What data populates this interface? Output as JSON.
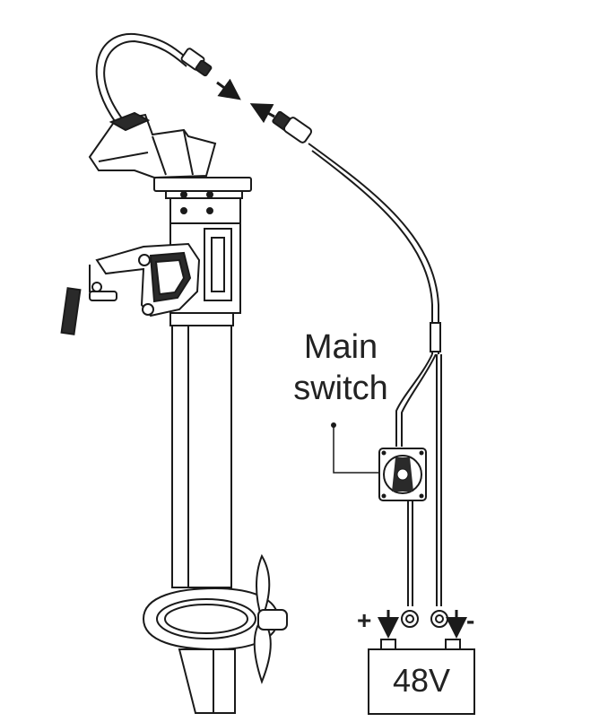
{
  "labels": {
    "switch_line1": "Main",
    "switch_line2": "switch",
    "plus": "+",
    "minus": "-",
    "battery_voltage": "48V"
  },
  "colors": {
    "line": "#1a1a1a",
    "fill": "#ffffff",
    "dark": "#2a2a2a"
  }
}
